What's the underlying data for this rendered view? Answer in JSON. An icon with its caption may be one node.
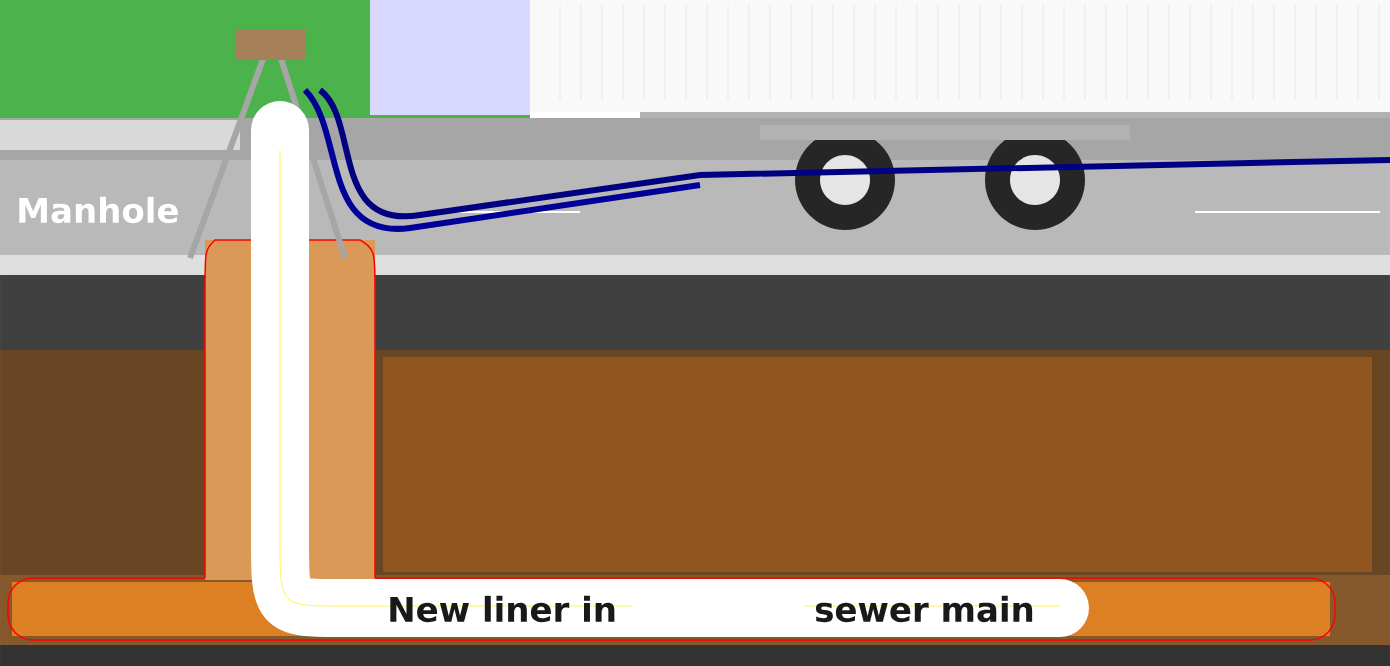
{
  "diagram": {
    "labels": [
      "Manhole",
      "New liner in",
      "sewer main"
    ]
  }
}
